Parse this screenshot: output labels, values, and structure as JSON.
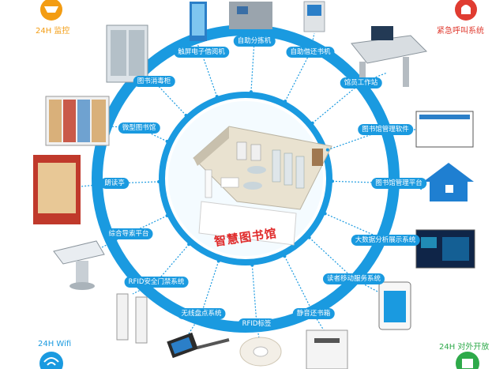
{
  "hub": {
    "title": "智慧图书馆"
  },
  "corners": {
    "top_left": "24H 监控",
    "top_right": "紧急呼叫系统",
    "bottom_left": "24H Wifi",
    "bottom_right": "24H 对外开放"
  },
  "labels": [
    "触屏电子借阅机",
    "自助分拣机",
    "自助借还书机",
    "图书消毒柜",
    "馆员工作站",
    "微型图书馆",
    "图书馆管理软件",
    "朗读亭",
    "图书馆管理平台",
    "综合导索平台",
    "大数据分析展示系统",
    "RFID安全门禁系统",
    "读者移动服务系统",
    "无线盘点系统",
    "RFID标签",
    "静音还书箱"
  ],
  "colors": {
    "ring": "#1a9ae0",
    "label_bg": "#1a9ae0",
    "title": "#e02c2c",
    "corner_orange": "#f39c12",
    "corner_red": "#e03c31",
    "corner_blue": "#1a9ae0",
    "corner_green": "#2eaa4a"
  }
}
